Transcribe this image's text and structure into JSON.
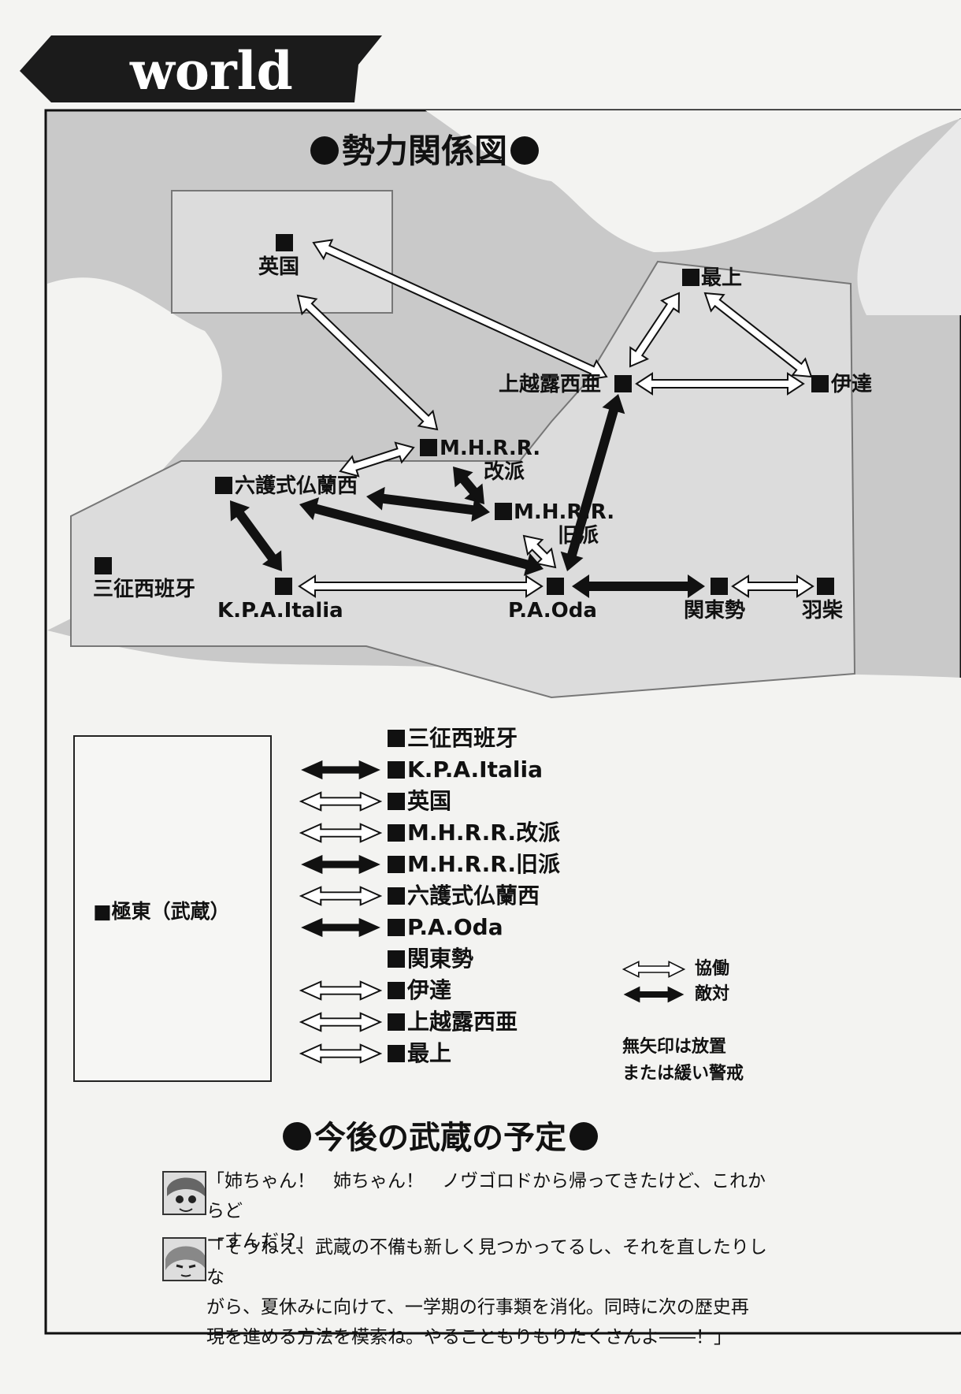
{
  "header": {
    "banner_title": "world"
  },
  "diagram": {
    "title": "勢力関係図"
  },
  "nodes": {
    "eikoku": "英国",
    "mogami": "最上",
    "date": "伊達",
    "uesu": "上越露西亜",
    "mhrr_kaiha_1": "M.H.R.R.",
    "mhrr_kaiha_2": "改派",
    "mhrr_kyuha_1": "M.H.R.R.",
    "mhrr_kyuha_2": "旧派",
    "rokugo": "六護式仏蘭西",
    "sansei": "三征西班牙",
    "kpa": "K.P.A.Italia",
    "pao": "P.A.Oda",
    "kantou": "関東勢",
    "hashiba": "羽柴"
  },
  "musashi": {
    "label": "■極東（武蔵）"
  },
  "relations": [
    {
      "name": "三征西班牙",
      "type": "none"
    },
    {
      "name": "K.P.A.Italia",
      "type": "hostile"
    },
    {
      "name": "英国",
      "type": "cooperation"
    },
    {
      "name": "M.H.R.R.改派",
      "type": "cooperation"
    },
    {
      "name": "M.H.R.R.旧派",
      "type": "hostile"
    },
    {
      "name": "六護式仏蘭西",
      "type": "cooperation"
    },
    {
      "name": "P.A.Oda",
      "type": "hostile"
    },
    {
      "name": "関東勢",
      "type": "none"
    },
    {
      "name": "伊達",
      "type": "cooperation"
    },
    {
      "name": "上越露西亜",
      "type": "cooperation"
    },
    {
      "name": "最上",
      "type": "cooperation"
    }
  ],
  "legend": {
    "cooperation": "協働",
    "hostile": "敵対",
    "note_line1": "無矢印は放置",
    "note_line2": "または緩い警戒"
  },
  "schedule": {
    "title": "今後の武蔵の予定"
  },
  "dialogue": [
    {
      "line1": "「姉ちゃん！　姉ちゃん！　ノヴゴロドから帰ってきたけど、これからど",
      "line2": "ーすんだ!?」"
    },
    {
      "line1": "「そうねえ、武蔵の不備も新しく見つかってるし、それを直したりしな",
      "line2": "がら、夏休みに向けて、一学期の行事類を消化。同時に次の歴史再",
      "line3": "現を進める方法を模索ね。やることもりもりたくさんよ――！」"
    }
  ],
  "colors": {
    "map_background": "#c9c9c9",
    "land": "#f3f3f1",
    "highlight_region": "#dcdcdc",
    "ink": "#111111"
  }
}
